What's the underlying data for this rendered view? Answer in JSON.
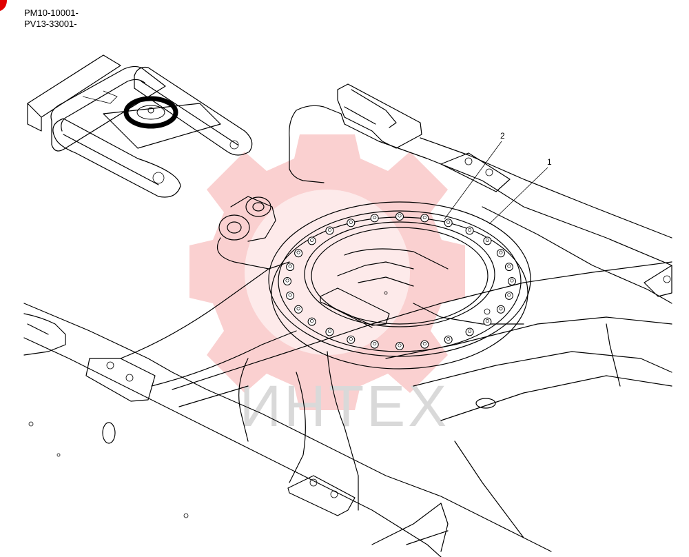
{
  "header": {
    "serial_ranges": [
      "PM10-10001-",
      "PV13-33001-"
    ]
  },
  "callouts": [
    {
      "number": "2",
      "target": "bolt"
    },
    {
      "number": "1",
      "target": "swing-bearing"
    }
  ],
  "watermark": {
    "text": "ИНТЕХ",
    "gear_color": "#f6b1b1",
    "text_color": "#d9d9d9"
  },
  "colors": {
    "corner_marker": "#e00000",
    "line": "#000000"
  }
}
